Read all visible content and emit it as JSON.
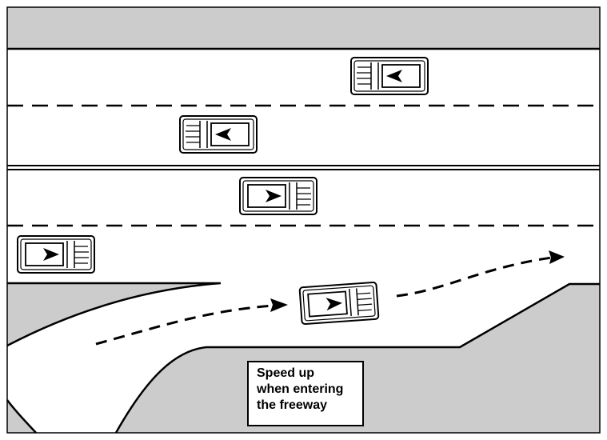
{
  "colors": {
    "shoulder": "#cccccc",
    "road": "#ffffff",
    "lines": "#000000"
  },
  "label": {
    "lines": [
      "Speed up",
      "when entering",
      "the freeway"
    ]
  },
  "cars": [
    {
      "name": "car-westbound-top",
      "direction": "left",
      "lane": "westbound lane 1"
    },
    {
      "name": "car-westbound-second",
      "direction": "left",
      "lane": "westbound lane 2"
    },
    {
      "name": "car-eastbound-inner",
      "direction": "right",
      "lane": "eastbound lane 1"
    },
    {
      "name": "car-eastbound-outer",
      "direction": "right",
      "lane": "eastbound lane 2"
    },
    {
      "name": "car-merging",
      "direction": "right",
      "lane": "on-ramp"
    }
  ]
}
